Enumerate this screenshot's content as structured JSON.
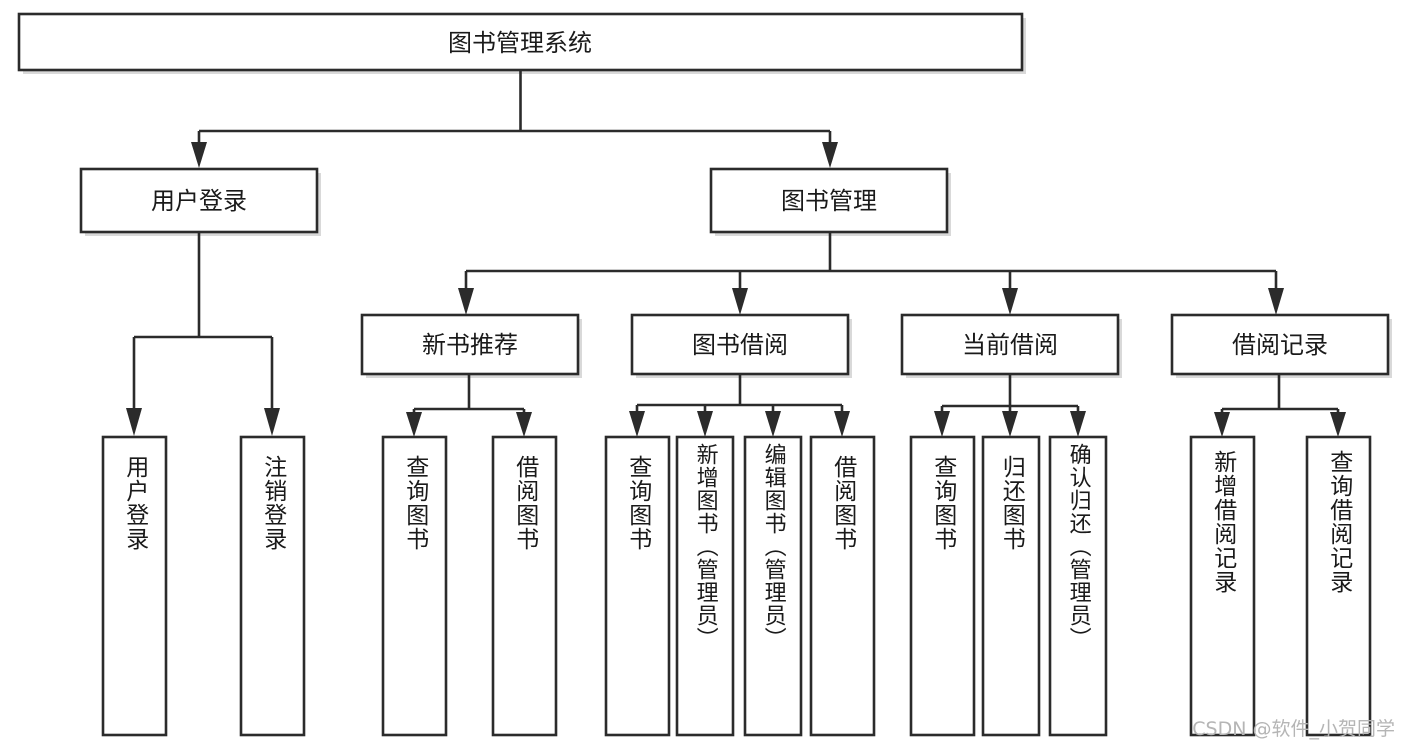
{
  "diagram": {
    "title": "图书管理系统",
    "type": "tree",
    "orientation": "top-down",
    "colors": {
      "node_fill": "#ffffff",
      "node_stroke": "#2b2b2b",
      "text": "#1a1a1a",
      "background": "#ffffff",
      "watermark": "#b5b5b5"
    },
    "root": {
      "id": "root",
      "label": "图书管理系统",
      "label_orientation": "horizontal"
    },
    "level2": [
      {
        "id": "user-login",
        "label": "用户登录",
        "label_orientation": "horizontal"
      },
      {
        "id": "book-manage",
        "label": "图书管理",
        "label_orientation": "horizontal"
      }
    ],
    "level3": [
      {
        "id": "new-book-rec",
        "label": "新书推荐",
        "label_orientation": "horizontal",
        "parent": "book-manage"
      },
      {
        "id": "book-borrow",
        "label": "图书借阅",
        "label_orientation": "horizontal",
        "parent": "book-manage"
      },
      {
        "id": "current-borrow",
        "label": "当前借阅",
        "label_orientation": "horizontal",
        "parent": "book-manage"
      },
      {
        "id": "borrow-record",
        "label": "借阅记录",
        "label_orientation": "horizontal",
        "parent": "book-manage"
      }
    ],
    "leaves": [
      {
        "id": "leaf-user-login",
        "label": "用户登录",
        "parent": "user-login",
        "label_orientation": "vertical"
      },
      {
        "id": "leaf-user-logout",
        "label": "注销登录",
        "parent": "user-login",
        "label_orientation": "vertical"
      },
      {
        "id": "leaf-query-book-rec",
        "label": "查询图书",
        "parent": "new-book-rec",
        "label_orientation": "vertical"
      },
      {
        "id": "leaf-borrow-book-rec",
        "label": "借阅图书",
        "parent": "new-book-rec",
        "label_orientation": "vertical"
      },
      {
        "id": "leaf-query-book-bb",
        "label": "查询图书",
        "parent": "book-borrow",
        "label_orientation": "vertical"
      },
      {
        "id": "leaf-add-book",
        "label": "新增图书（管理员）",
        "parent": "book-borrow",
        "label_orientation": "vertical"
      },
      {
        "id": "leaf-edit-book",
        "label": "编辑图书（管理员）",
        "parent": "book-borrow",
        "label_orientation": "vertical"
      },
      {
        "id": "leaf-borrow-book-bb",
        "label": "借阅图书",
        "parent": "book-borrow",
        "label_orientation": "vertical"
      },
      {
        "id": "leaf-query-book-cb",
        "label": "查询图书",
        "parent": "current-borrow",
        "label_orientation": "vertical"
      },
      {
        "id": "leaf-return-book",
        "label": "归还图书",
        "parent": "current-borrow",
        "label_orientation": "vertical"
      },
      {
        "id": "leaf-confirm-return",
        "label": "确认归还（管理员）",
        "parent": "current-borrow",
        "label_orientation": "vertical"
      },
      {
        "id": "leaf-add-record",
        "label": "新增借阅记录",
        "parent": "borrow-record",
        "label_orientation": "vertical"
      },
      {
        "id": "leaf-query-record",
        "label": "查询借阅记录",
        "parent": "borrow-record",
        "label_orientation": "vertical"
      }
    ],
    "watermark": "CSDN @软件_小贺同学"
  }
}
